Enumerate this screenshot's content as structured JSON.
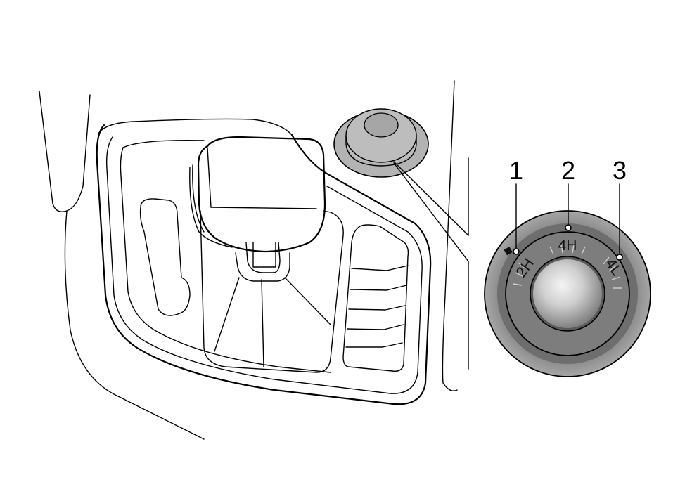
{
  "callouts": [
    {
      "number": "1"
    },
    {
      "number": "2"
    },
    {
      "number": "3"
    }
  ],
  "dial": {
    "positions": [
      {
        "label": "2H"
      },
      {
        "label": "4H"
      },
      {
        "label": "4L"
      }
    ]
  },
  "colors": {
    "dial_outer": "#8c8c8c",
    "dial_ring": "#6e6e6e",
    "dial_face": "#7d7d7d",
    "knob_center": "#eeeeee",
    "knob_edge": "#808080",
    "button": "#b3b3b3"
  }
}
